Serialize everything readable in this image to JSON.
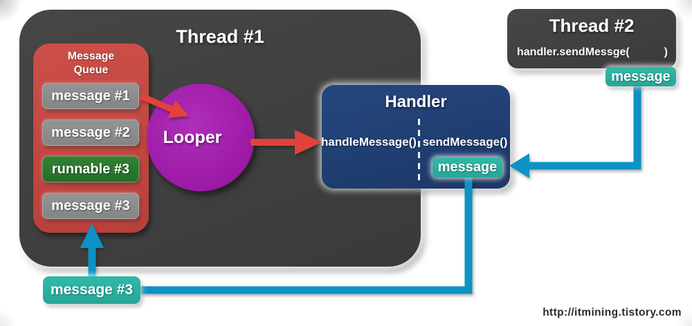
{
  "colors": {
    "background": "#ffffff",
    "thread_box": "#3e3e3e",
    "queue_red": "#c4463f",
    "gray_badge": "#8c8c8c",
    "green_badge": "#2a7a2e",
    "looper_purple": "#a126a8",
    "handler_navy": "#1f3d75",
    "teal_badge": "#2bb2a3",
    "blue_arrow": "#0e92c5",
    "red_arrow": "#e2423a"
  },
  "thread1": {
    "title": "Thread #1",
    "looper_label": "Looper",
    "queue": {
      "title_line1": "Message",
      "title_line2": "Queue",
      "items": [
        {
          "label": "message #1",
          "type": "gray"
        },
        {
          "label": "message #2",
          "type": "gray"
        },
        {
          "label": "runnable #3",
          "type": "green"
        },
        {
          "label": "message #3",
          "type": "gray"
        }
      ]
    }
  },
  "handler": {
    "title": "Handler",
    "handle_method": "handleMessage()",
    "send_method": "sendMessage()",
    "message_badge": "message"
  },
  "thread2": {
    "title": "Thread #2",
    "code_open": "handler.sendMessge(",
    "code_close": ")",
    "message_badge": "message"
  },
  "flow": {
    "queued_message_badge": "message #3"
  },
  "footer": {
    "url": "http://itmining.tistory.com"
  }
}
